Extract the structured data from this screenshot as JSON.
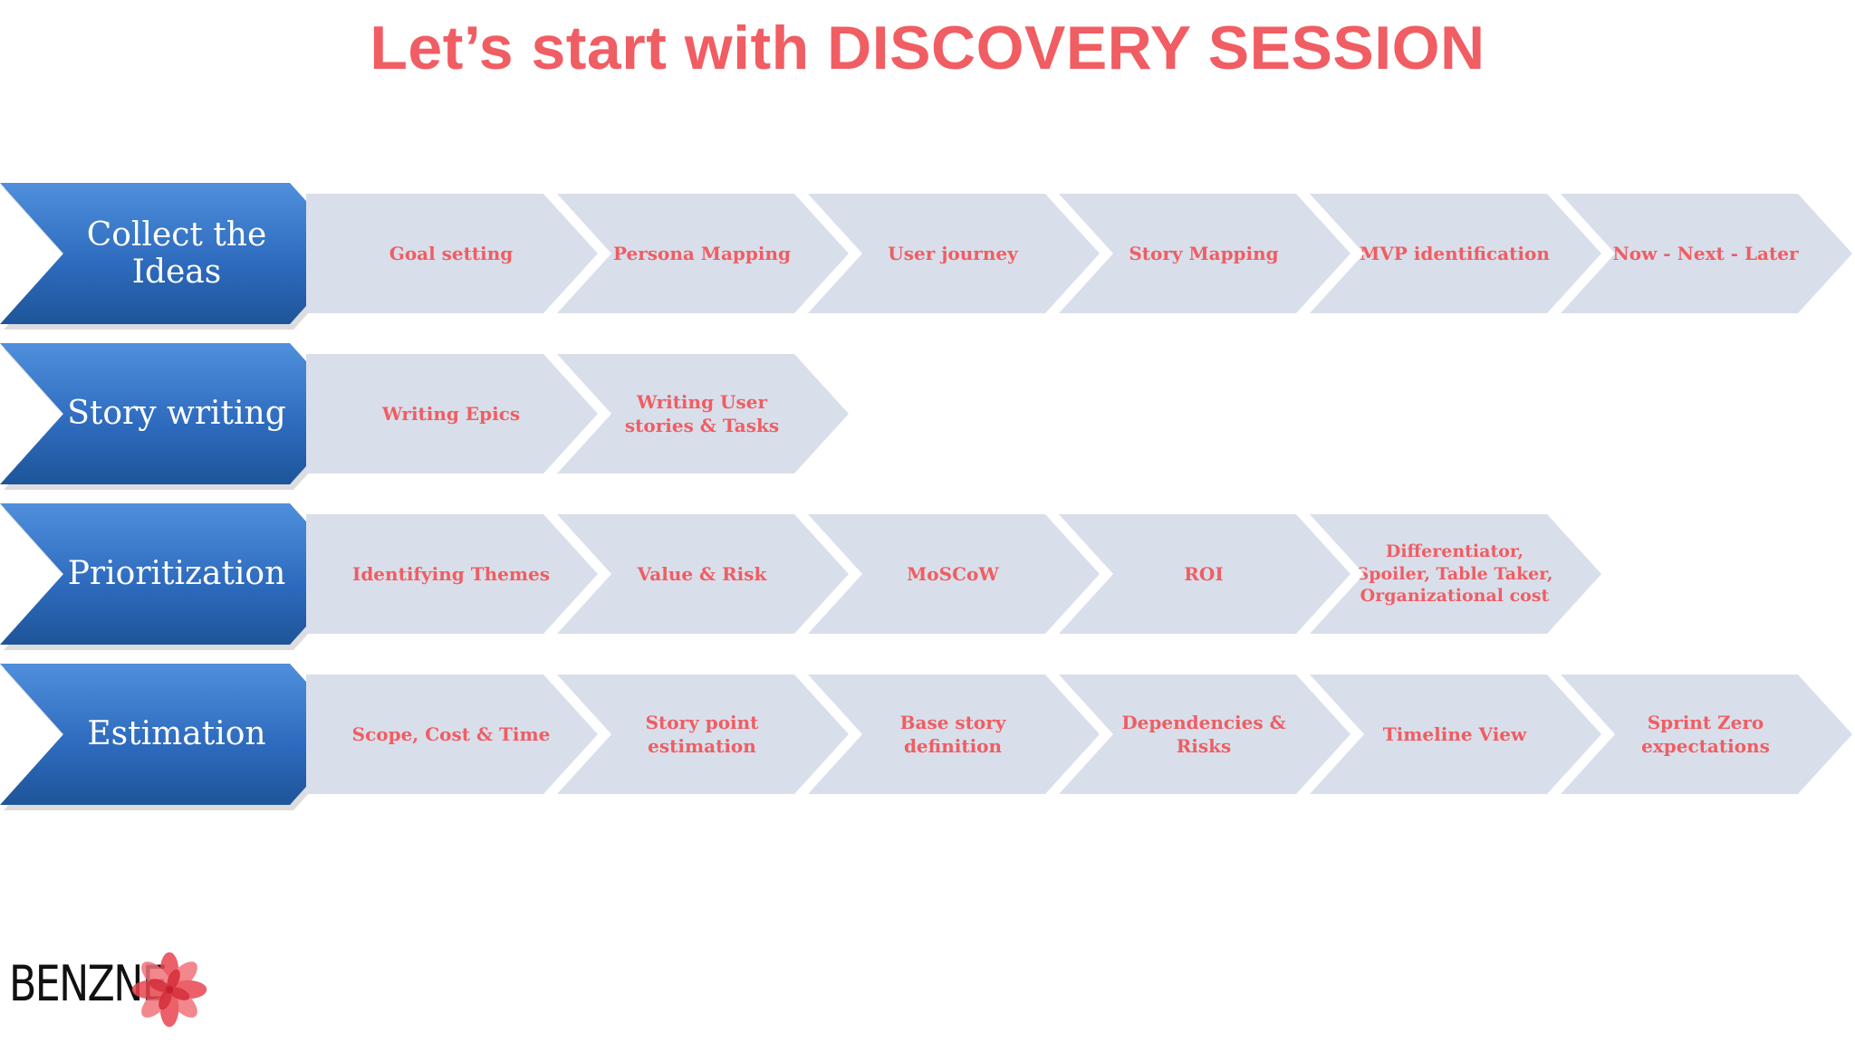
{
  "title": "Let’s start with DISCOVERY SESSION",
  "colors": {
    "title": "#f05d63",
    "head_top": "#4f8fdb",
    "head_bottom": "#1e5599",
    "step_fill": "#d8dfea",
    "step_text": "#f05d63"
  },
  "rows": [
    {
      "label": "Collect the Ideas",
      "steps": [
        "Goal setting",
        "Persona Mapping",
        "User journey",
        "Story Mapping",
        "MVP identification",
        "Now - Next - Later"
      ]
    },
    {
      "label": "Story writing",
      "steps": [
        "Writing Epics",
        "Writing User stories & Tasks"
      ]
    },
    {
      "label": "Prioritization",
      "steps": [
        "Identifying Themes",
        "Value & Risk",
        "MoSCoW",
        "ROI",
        "Differentiator, Spoiler, Table Taker, Organizational cost"
      ]
    },
    {
      "label": "Estimation",
      "steps": [
        "Scope, Cost & Time",
        "Story point estimation",
        "Base story definition",
        "Dependencies & Risks",
        "Timeline View",
        "Sprint Zero expectations"
      ]
    }
  ],
  "logo": {
    "text": "BENZNE",
    "icon": "flower-icon"
  }
}
